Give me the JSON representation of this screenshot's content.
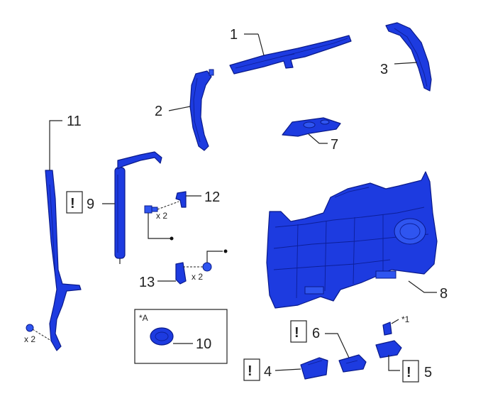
{
  "callouts": {
    "c1": "1",
    "c2": "2",
    "c3": "3",
    "c4": "4",
    "c5": "5",
    "c6": "6",
    "c7": "7",
    "c8": "8",
    "c9": "9",
    "c10": "10",
    "c11": "11",
    "c12": "12",
    "c13": "13"
  },
  "caution_mark": "!",
  "qty_x2": "x 2",
  "note_a": "*A",
  "note_1": "*1",
  "colors": {
    "part": "#1d3be0",
    "outline": "#0a1a8a",
    "line": "#222222"
  }
}
